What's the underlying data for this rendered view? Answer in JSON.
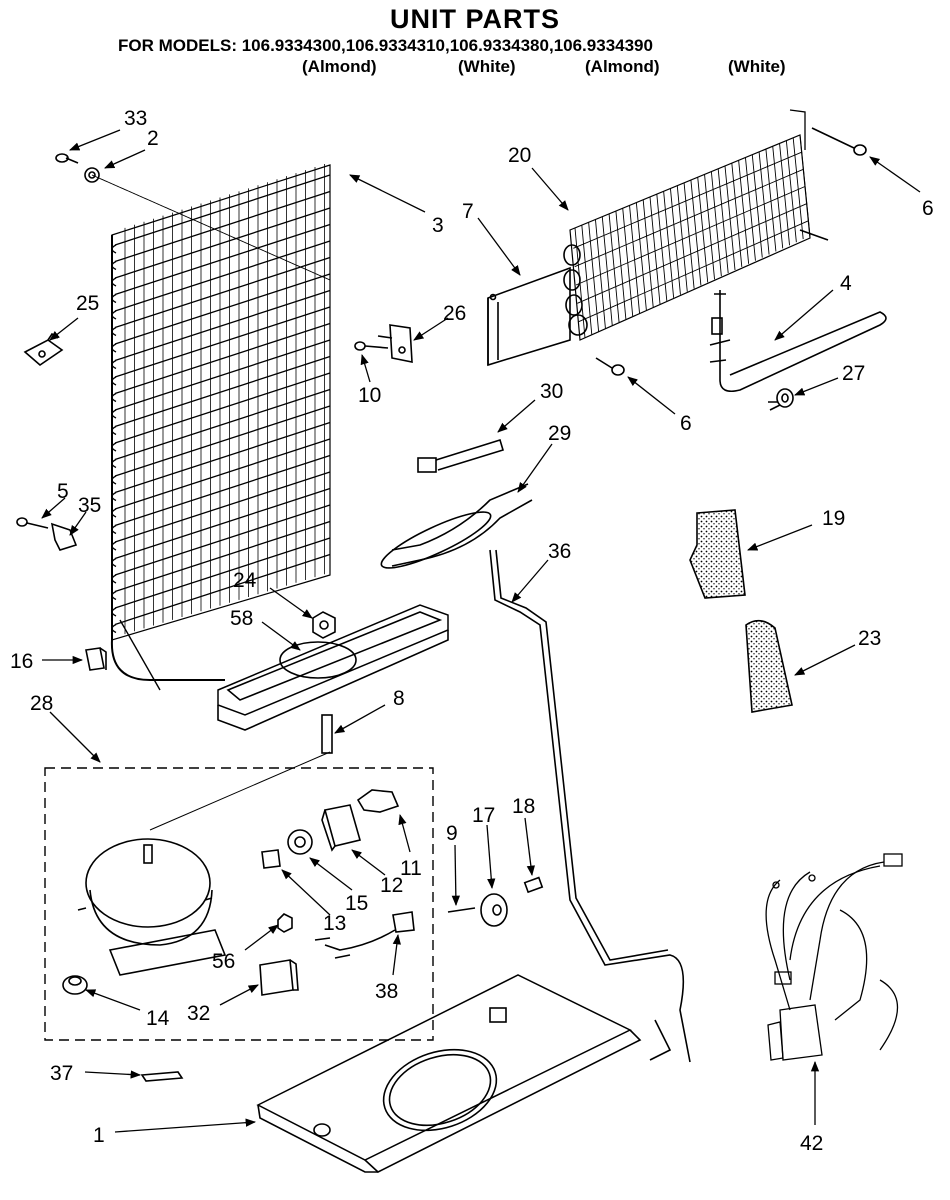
{
  "header": {
    "title": "UNIT PARTS",
    "models_line": "FOR MODELS: 106.9334300,106.9334310,106.9334380,106.9334390",
    "colors": [
      "(Almond)",
      "(White)",
      "(Almond)",
      "(White)"
    ]
  },
  "callouts": [
    "33",
    "2",
    "3",
    "20",
    "7",
    "6",
    "25",
    "26",
    "10",
    "4",
    "6",
    "27",
    "30",
    "29",
    "5",
    "35",
    "19",
    "24",
    "58",
    "36",
    "16",
    "23",
    "28",
    "8",
    "9",
    "17",
    "18",
    "11",
    "12",
    "15",
    "13",
    "56",
    "38",
    "14",
    "32",
    "37",
    "1",
    "42"
  ]
}
